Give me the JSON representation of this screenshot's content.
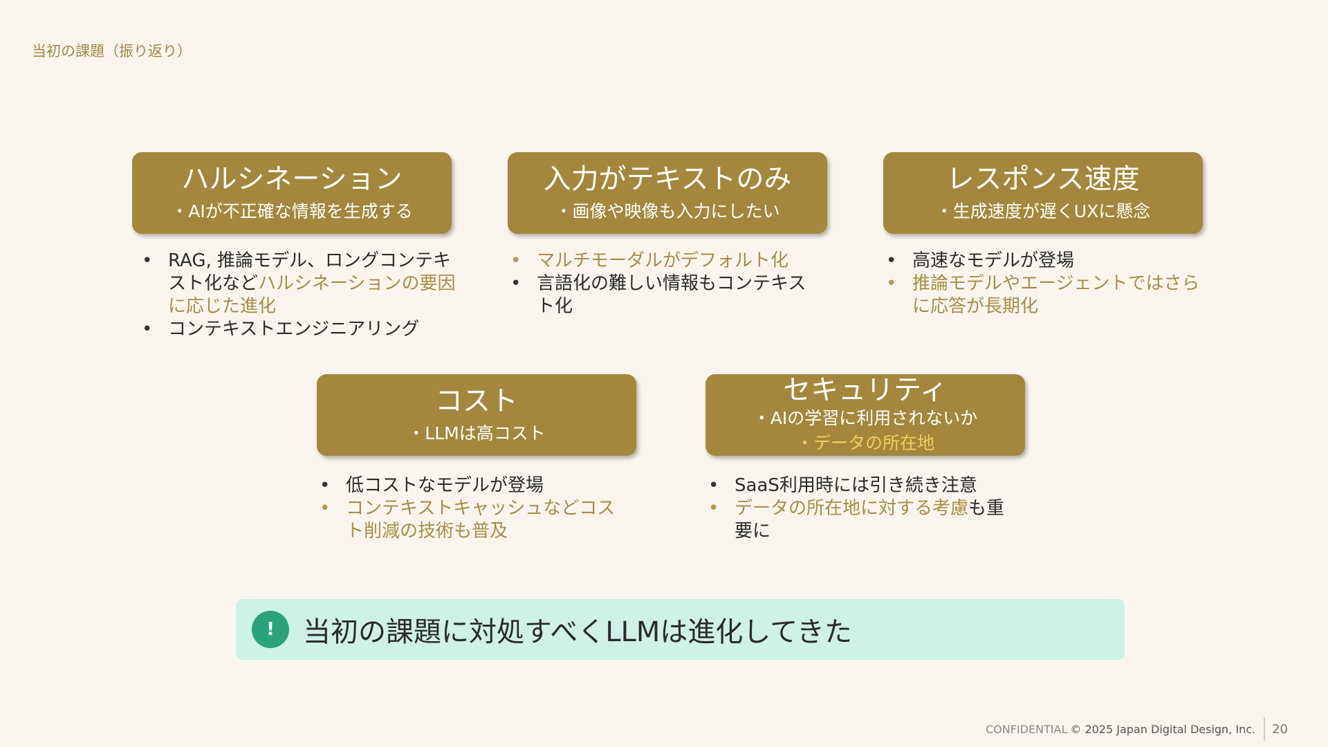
{
  "page": {
    "title": "当初の課題（振り返り）"
  },
  "cards": [
    {
      "title": "ハルシネーション",
      "subtitle": "・AIが不正確な情報を生成する",
      "bullets": [
        {
          "segments": [
            {
              "text": "RAG, 推論モデル、ロングコンテキスト化など",
              "gold": false
            },
            {
              "text": "ハルシネーションの要因に応じた進化",
              "gold": true
            }
          ],
          "gold": false
        },
        {
          "segments": [
            {
              "text": "コンテキストエンジニアリング",
              "gold": false
            }
          ],
          "gold": false
        }
      ]
    },
    {
      "title": "入力がテキストのみ",
      "subtitle": "・画像や映像も入力にしたい",
      "bullets": [
        {
          "segments": [
            {
              "text": "マルチモーダルがデフォルト化",
              "gold": true
            }
          ],
          "gold": true
        },
        {
          "segments": [
            {
              "text": "言語化の難しい情報もコンテキスト化",
              "gold": false
            }
          ],
          "gold": false
        }
      ]
    },
    {
      "title": "レスポンス速度",
      "subtitle": "・生成速度が遅くUXに懸念",
      "bullets": [
        {
          "segments": [
            {
              "text": "高速なモデルが登場",
              "gold": false
            }
          ],
          "gold": false
        },
        {
          "segments": [
            {
              "text": "推論モデルやエージェントではさらに応答が長期化",
              "gold": true
            }
          ],
          "gold": true
        }
      ]
    },
    {
      "title": "コスト",
      "subtitle": "・LLMは高コスト",
      "bullets": [
        {
          "segments": [
            {
              "text": "低コストなモデルが登場",
              "gold": false
            }
          ],
          "gold": false
        },
        {
          "segments": [
            {
              "text": "コンテキストキャッシュなどコスト削減の技術も普及",
              "gold": true
            }
          ],
          "gold": true
        }
      ]
    },
    {
      "title": "セキュリティ",
      "subtitle": "・AIの学習に利用されないか",
      "subtitle2": "・データの所在地",
      "bullets": [
        {
          "segments": [
            {
              "text": "SaaS利用時には引き続き注意",
              "gold": false
            }
          ],
          "gold": false
        },
        {
          "segments": [
            {
              "text": "データの所在地に対する考慮",
              "gold": true
            },
            {
              "text": "も重要に",
              "gold": false
            }
          ],
          "gold": true
        }
      ]
    }
  ],
  "callout": {
    "icon": "!",
    "text": "当初の課題に対処すべくLLMは進化してきた"
  },
  "footer": {
    "confidential": "CONFIDENTIAL",
    "copyright": "© 2025 Japan Digital Design, Inc.",
    "page_number": "20"
  },
  "colors": {
    "background": "#faf6ef",
    "card": "#a4873c",
    "accent_gold": "#a98e45",
    "highlight_yellow": "#f2cd5e",
    "callout_bg": "#cef1e8",
    "callout_icon": "#2aa37c"
  }
}
